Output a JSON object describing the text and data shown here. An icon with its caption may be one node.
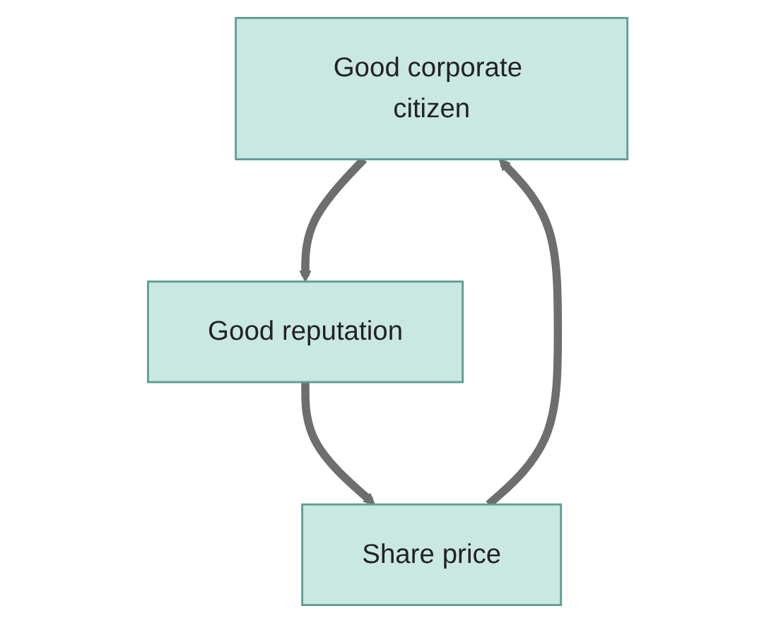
{
  "diagram": {
    "nodes": [
      {
        "text": [
          "Good corporate citizen"
        ]
      },
      {
        "text": [
          "Share price"
        ]
      },
      {
        "text": [
          "Good reputation"
        ]
      }
    ],
    "edges": [
      {
        "from": 0,
        "to": 2,
        "arrow": "to"
      },
      {
        "from": 2,
        "to": 1,
        "arrow": "to"
      },
      {
        "from": 1,
        "to": 0,
        "arrow": "to"
      }
    ]
  }
}
